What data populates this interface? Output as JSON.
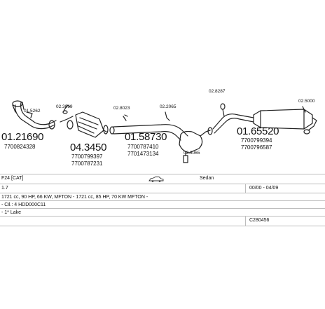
{
  "parts": {
    "p1": {
      "ref": "01.21690",
      "oe": "7700824328",
      "small": "01.5262"
    },
    "p2": {
      "ref": "04.3450",
      "oe1": "7700799397",
      "oe2": "7700787231",
      "small": "02.3069"
    },
    "p3": {
      "ref": "01.58730",
      "oe1": "7700787410",
      "oe2": "7701473134",
      "small": "02.8023"
    },
    "p4": {
      "small_a": "02.2065",
      "small_b": "02.3065"
    },
    "p5": {
      "ref": "01.65520",
      "oe1": "7700799394",
      "oe2": "7700796587",
      "small": "02.8287"
    },
    "p6": {
      "small": "02.5000"
    }
  },
  "info": {
    "model": "F24 [CAT]",
    "body": "Sedan",
    "engine": "1.7",
    "years": "00/00 - 04/09",
    "power": "1721 cc, 90 HP, 66 KW, MFTON - 1721 cc, 85 HP, 70 KW MFTON -",
    "code": "- Cil.: 4 HDD000C11",
    "note": "- 1* Lake",
    "catalog": "C280456"
  }
}
